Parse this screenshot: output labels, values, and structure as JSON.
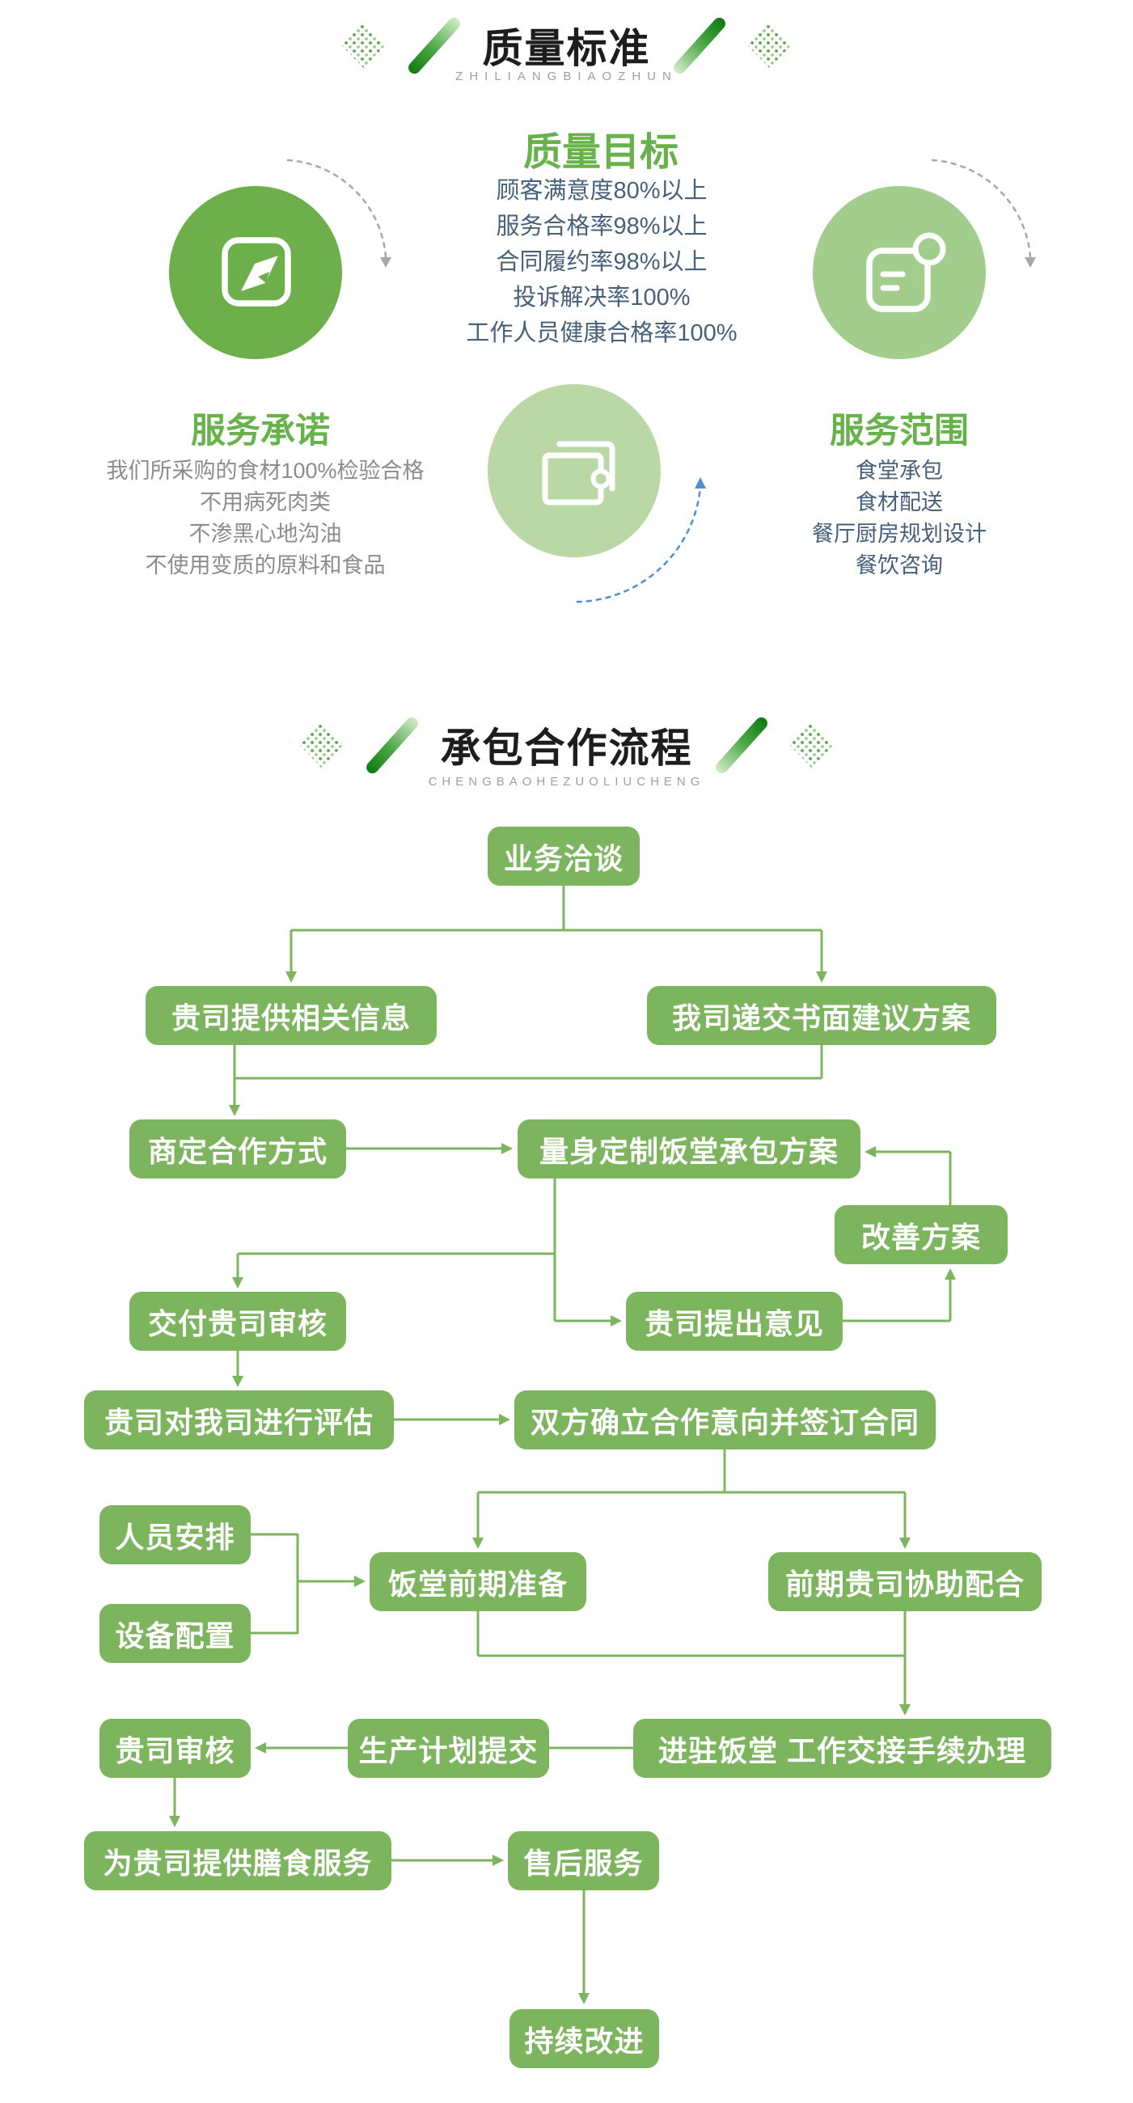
{
  "colors": {
    "flow_box_green": "#7cb55e",
    "heading_green": "#67b24a",
    "circle_dark_green": "#6caf4b",
    "circle_pale_green": "#b9d8a6",
    "circle_mid_green": "#a2cd8d",
    "text_blue_gray": "#47617a",
    "text_gray": "#8c8c8c",
    "arc_gray": "#a8a8a8",
    "arc_blue": "#4e8fd0",
    "pinyin_gray": "#9e9e9e",
    "title_black": "#1d1d1d"
  },
  "section1": {
    "title": "质量标准",
    "pinyin": "ZHILIANGBIAOZHUN",
    "goals": {
      "heading": "质量目标",
      "items": [
        "顾客满意度80%以上",
        "服务合格率98%以上",
        "合同履约率98%以上",
        "投诉解决率100%",
        "工作人员健康合格率100%"
      ]
    },
    "promise": {
      "heading": "服务承诺",
      "items": [
        "我们所采购的食材100%检验合格",
        "不用病死肉类",
        "不渗黑心地沟油",
        "不使用变质的原料和食品"
      ]
    },
    "scope": {
      "heading": "服务范围",
      "items": [
        "食堂承包",
        "食材配送",
        "餐厅厨房规划设计",
        "餐饮咨询"
      ]
    }
  },
  "section2": {
    "title": "承包合作流程",
    "pinyin": "CHENGBAOHEZUOLIUCHENG",
    "nodes": {
      "business_negotiation": "业务洽谈",
      "client_provides_info": "贵司提供相关信息",
      "submit_written_proposal": "我司递交书面建议方案",
      "agree_cooperation_mode": "商定合作方式",
      "tailored_canteen_plan": "量身定制饭堂承包方案",
      "improvement_plan": "改善方案",
      "deliver_for_client_review": "交付贵司审核",
      "client_gives_feedback": "贵司提出意见",
      "client_evaluates_us": "贵司对我司进行评估",
      "establish_intent_sign_contract": "双方确立合作意向并签订合同",
      "staff_arrangement": "人员安排",
      "equipment_configuration": "设备配置",
      "canteen_early_preparation": "饭堂前期准备",
      "client_early_assistance": "前期贵司协助配合",
      "client_review": "贵司审核",
      "production_plan_submission": "生产计划提交",
      "move_in_handover": "进驻饭堂 工作交接手续办理",
      "provide_meal_service": "为贵司提供膳食服务",
      "after_sales_service": "售后服务",
      "continuous_improvement": "持续改进"
    }
  }
}
